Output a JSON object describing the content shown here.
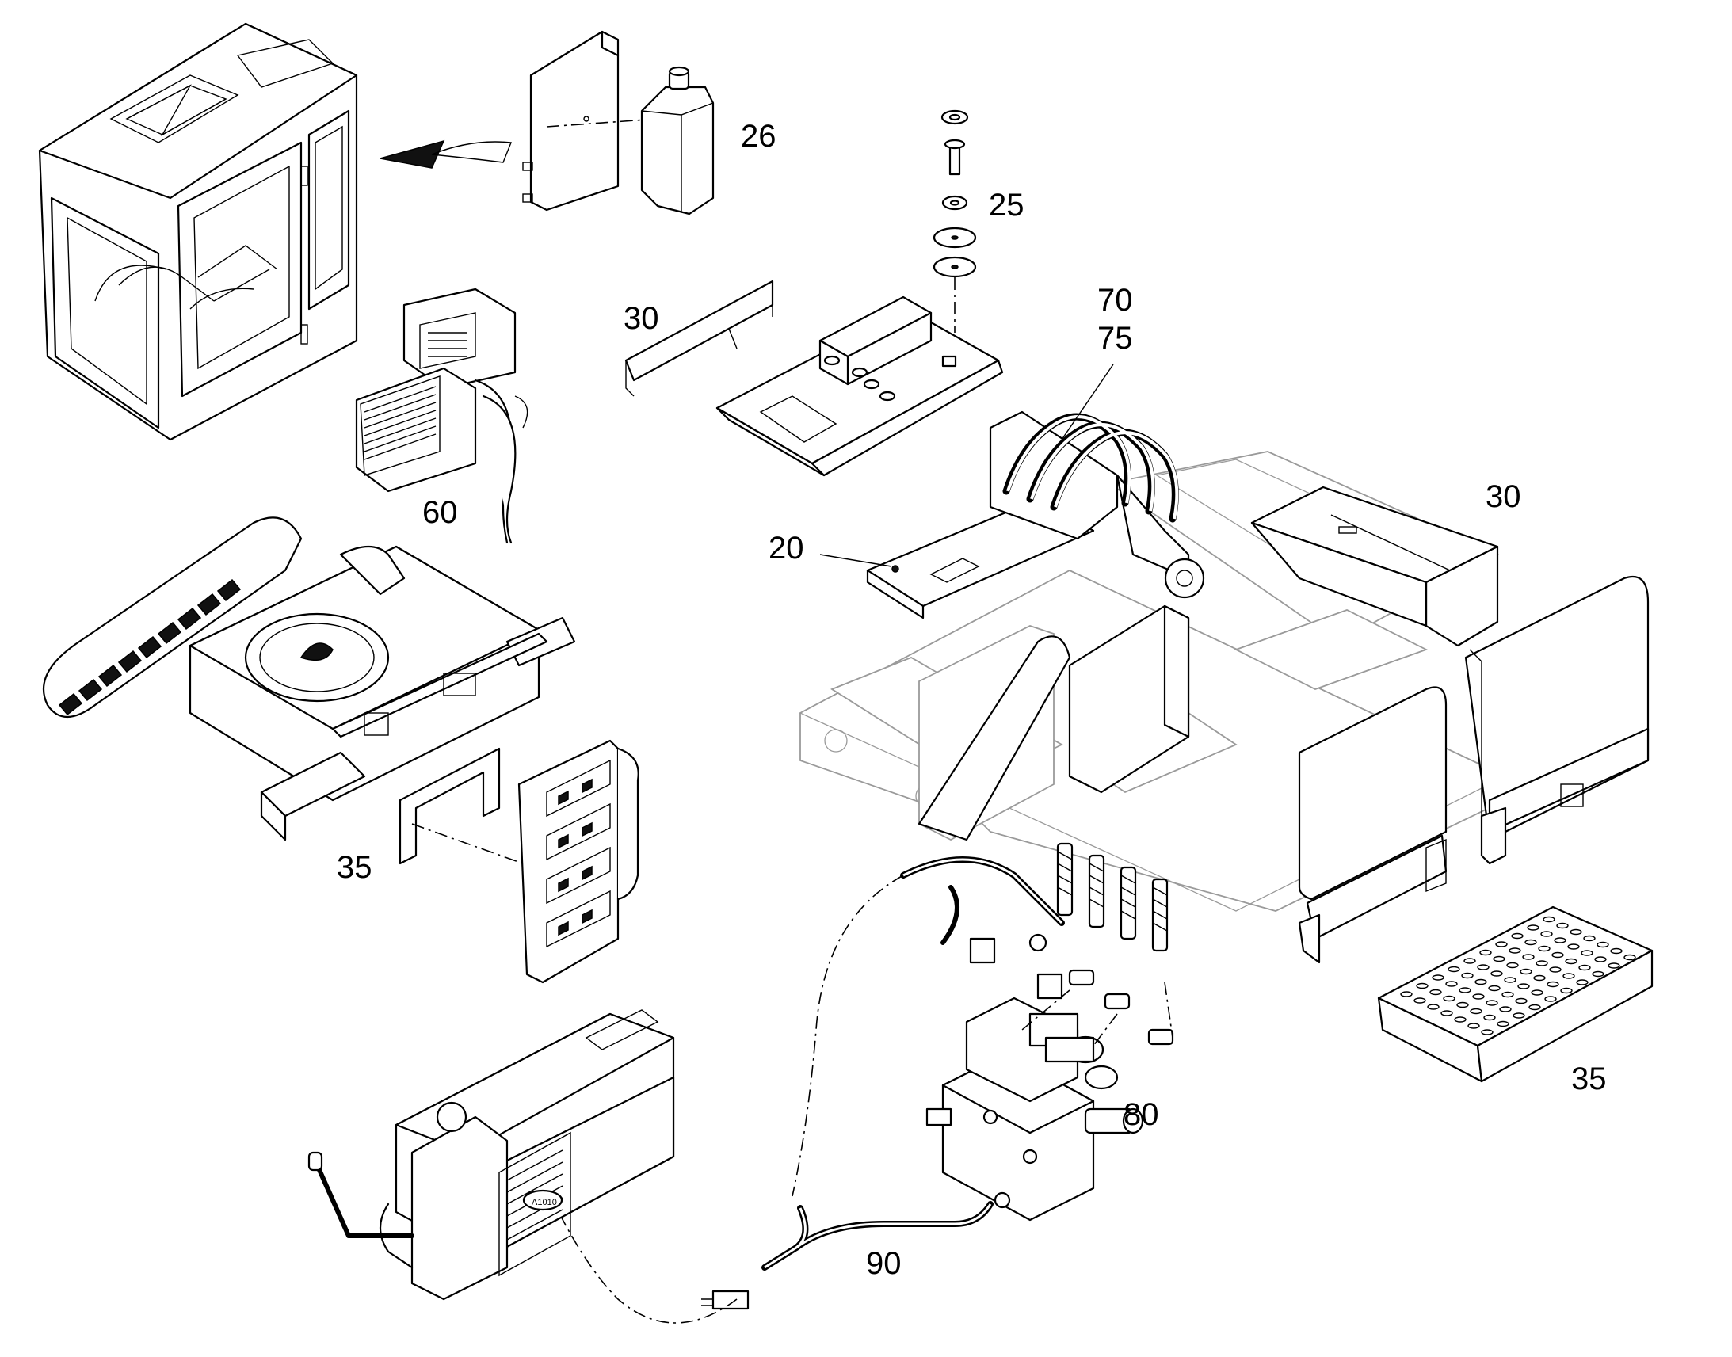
{
  "callouts": {
    "c26": "26",
    "c25": "25",
    "c30a": "30",
    "c70": "70",
    "c75": "75",
    "c30b": "30",
    "c60": "60",
    "c20": "20",
    "c35a": "35",
    "c35b": "35",
    "c80": "80",
    "c90": "90"
  },
  "connector_label": "A1010"
}
